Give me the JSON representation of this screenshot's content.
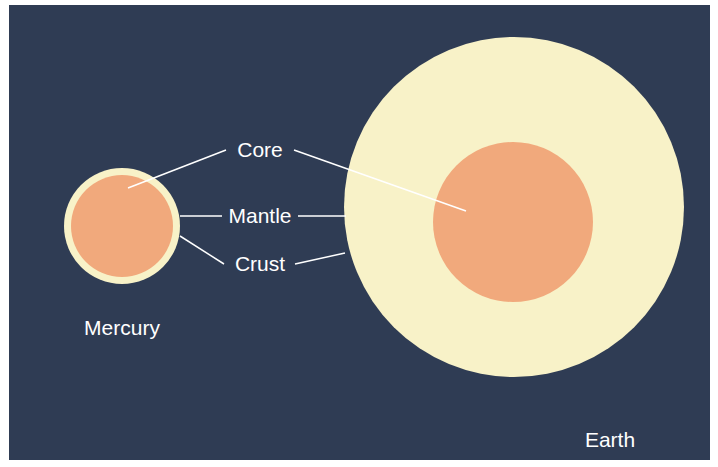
{
  "diagram": {
    "nodes": [
      {
        "text": [
          "Mercury"
        ]
      },
      {
        "text": [
          "Earth"
        ]
      }
    ],
    "labels": [
      "Core",
      "Mantle",
      "Crust"
    ]
  }
}
